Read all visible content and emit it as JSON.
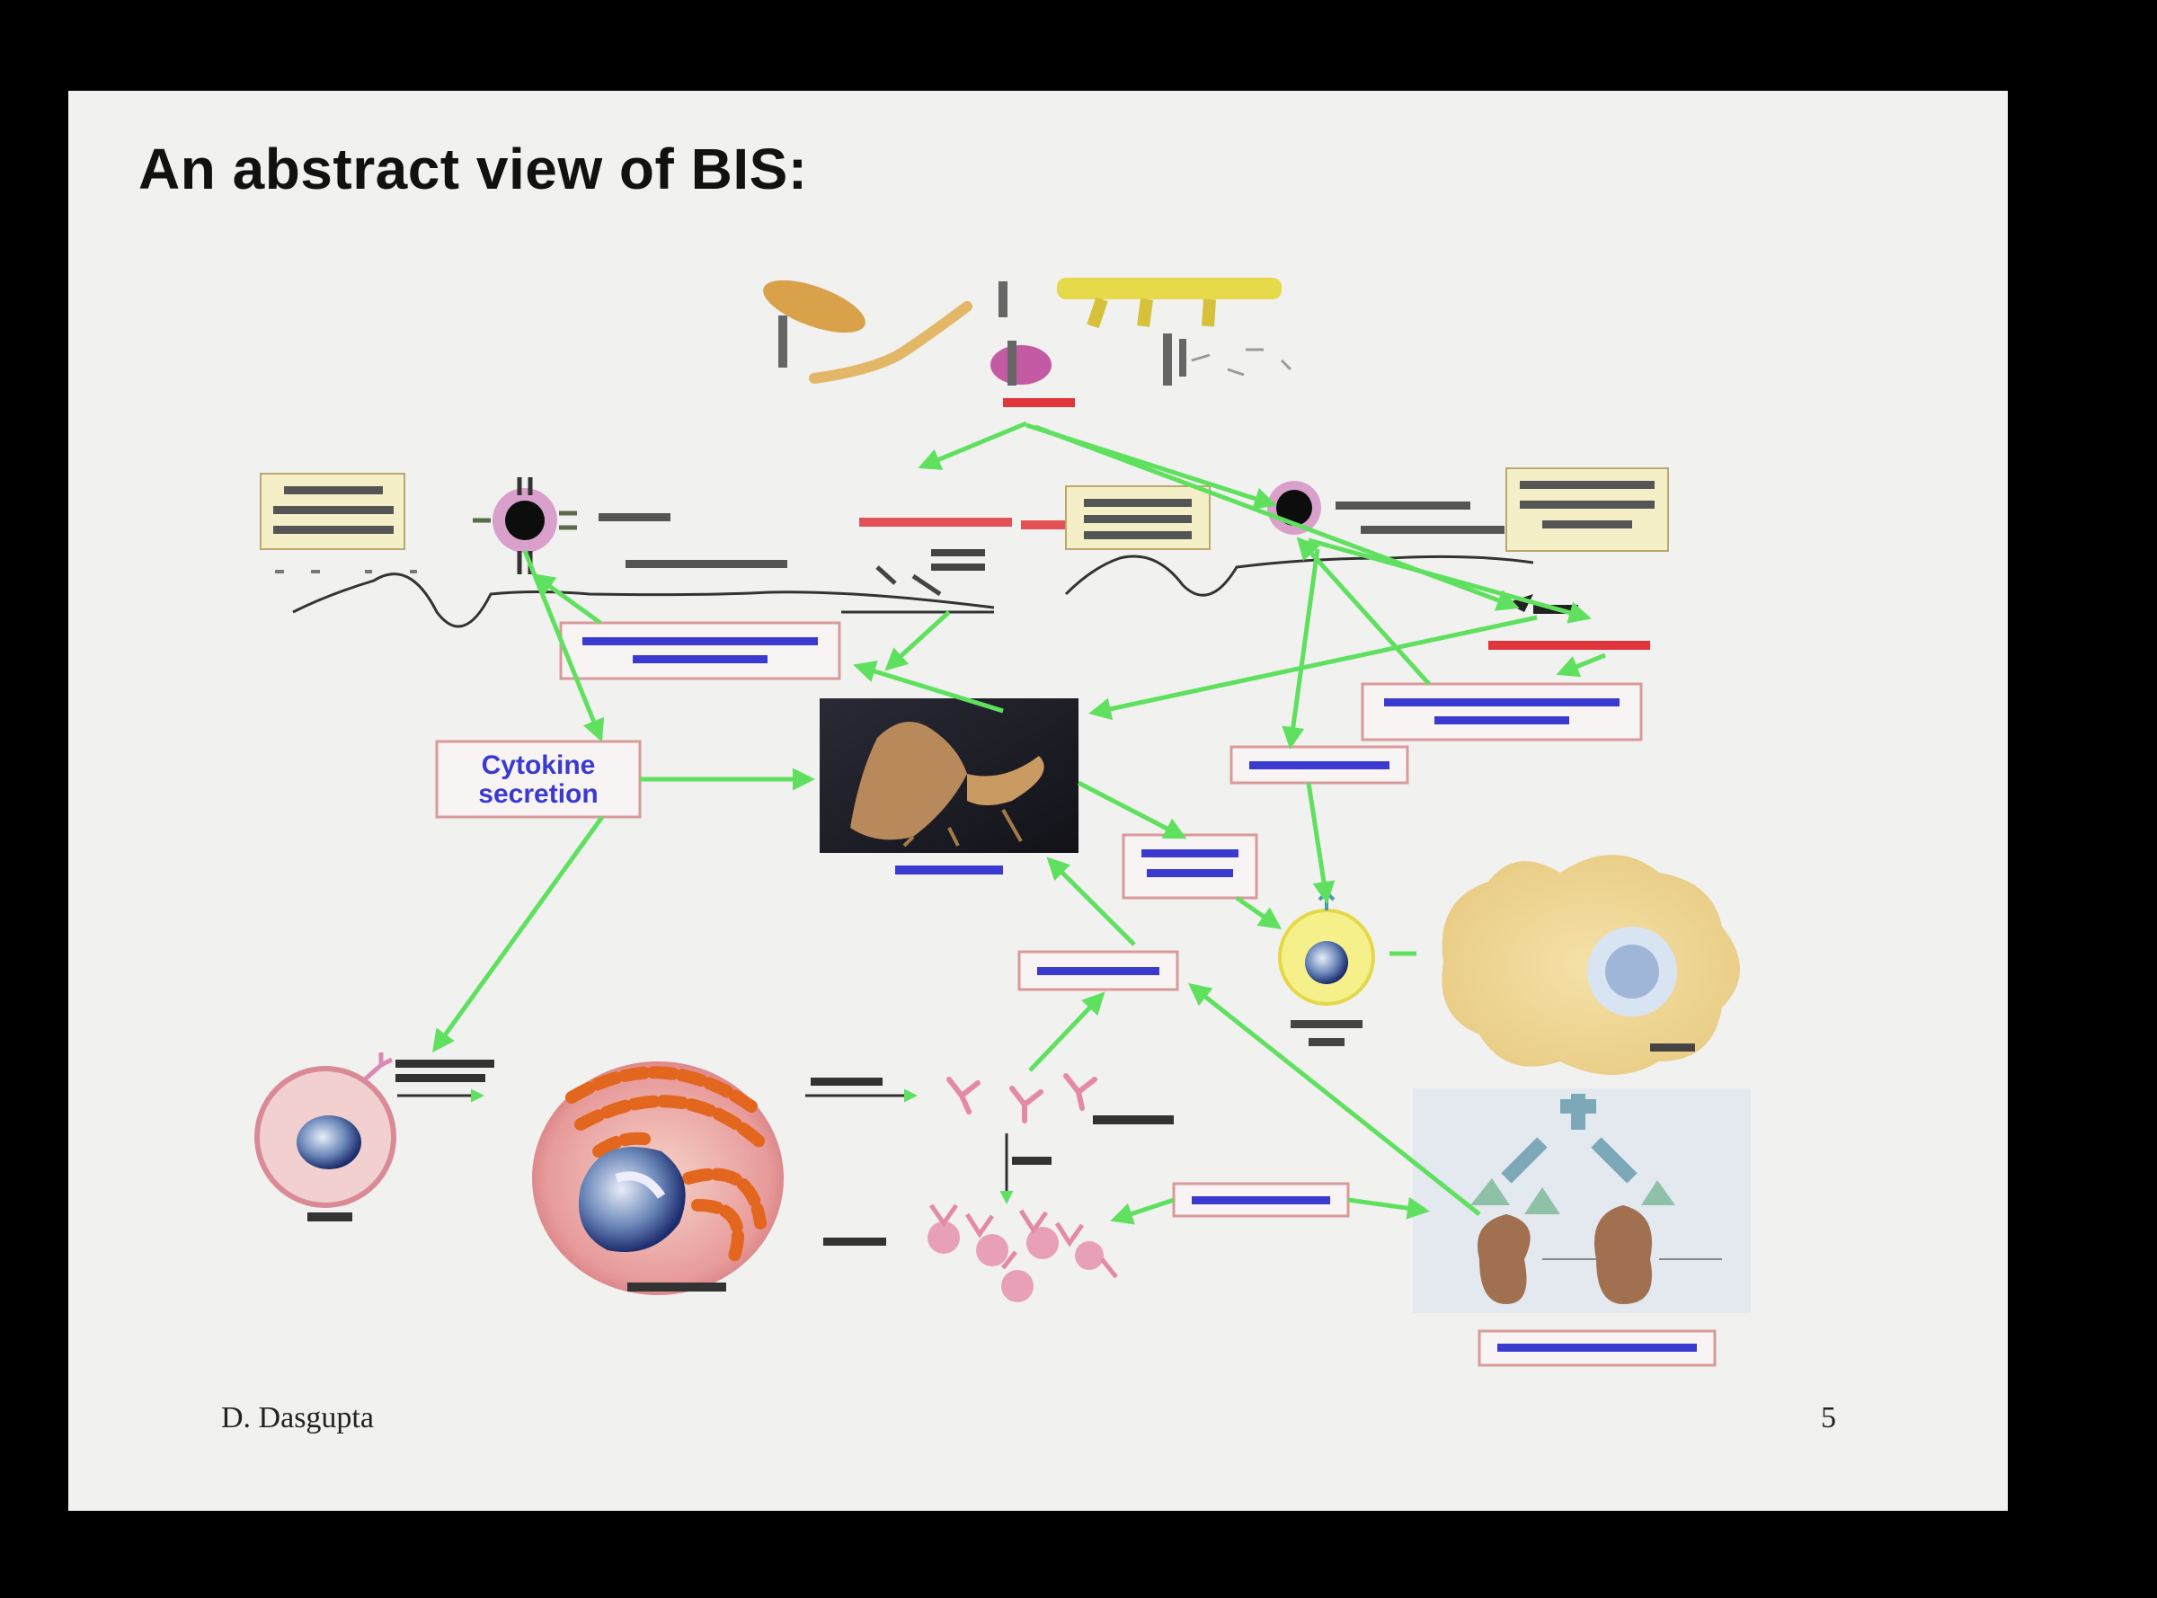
{
  "slide": {
    "title": "An abstract view of BIS:",
    "footer_author": "D. Dasgupta",
    "page_number": "5"
  },
  "diagram": {
    "cytokine_label_line1": "Cytokine",
    "cytokine_label_line2": "secretion"
  },
  "colors": {
    "background": "#000000",
    "slide_background": "#f1f1ef",
    "arrow": "#5fe05f",
    "label_box_border": "#d99a9a",
    "label_text": "#3a3ad0",
    "antigen_text": "#e0353a"
  }
}
